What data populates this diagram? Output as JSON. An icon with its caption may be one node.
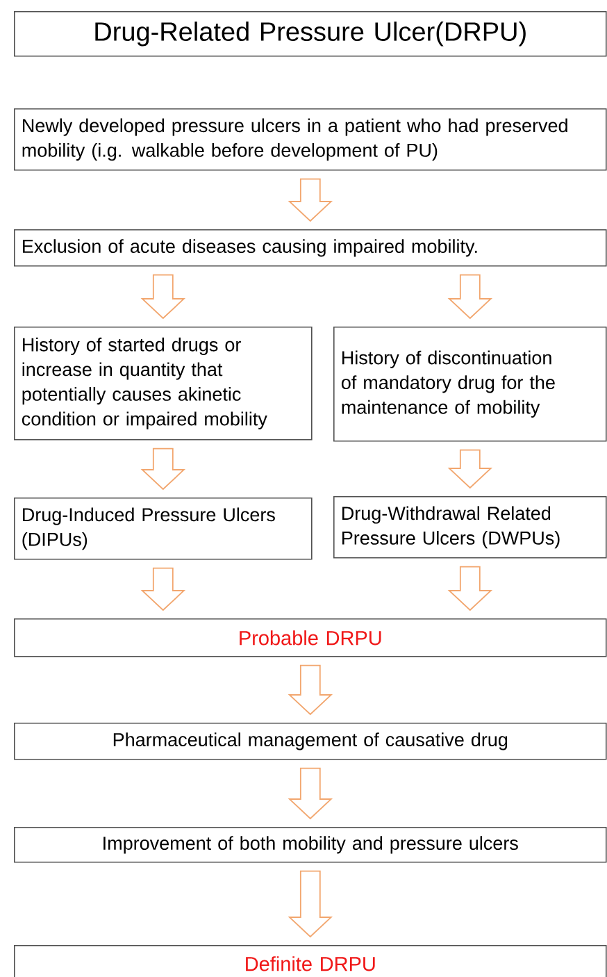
{
  "diagram": {
    "nodes": [
      {
        "text": [
          "Drug-Related Pressure Ulcer(DRPU)"
        ]
      },
      {
        "text": [
          "Newly developed pressure ulcers in a patient who had preserved mobility (i.g. walkable before development of PU)"
        ]
      },
      {
        "text": [
          "Exclusion of acute diseases causing impaired mobility."
        ]
      },
      {
        "text": [
          "History of started drugs or increase in quantity that potentially causes akinetic condition or impaired mobility"
        ]
      },
      {
        "text": [
          "History of discontinuation of mandatory drug for the maintenance of mobility"
        ]
      },
      {
        "text": [
          "Drug-Induced Pressure Ulcers (DIPUs)"
        ]
      },
      {
        "text": [
          "Drug-Withdrawal Related Pressure Ulcers (DWPUs)"
        ]
      },
      {
        "text": [
          "Probable DRPU"
        ]
      },
      {
        "text": [
          "Pharmaceutical management of causative drug"
        ]
      },
      {
        "text": [
          "Improvement of both mobility and pressure ulcers"
        ]
      },
      {
        "text": [
          "Definite DRPU"
        ]
      }
    ],
    "edges": [
      {
        "from": 1,
        "to": 2,
        "arrow": "to"
      },
      {
        "from": 2,
        "to": 3,
        "arrow": "to"
      },
      {
        "from": 2,
        "to": 4,
        "arrow": "to"
      },
      {
        "from": 3,
        "to": 5,
        "arrow": "to"
      },
      {
        "from": 4,
        "to": 6,
        "arrow": "to"
      },
      {
        "from": 5,
        "to": 7,
        "arrow": "to"
      },
      {
        "from": 6,
        "to": 7,
        "arrow": "to"
      },
      {
        "from": 7,
        "to": 8,
        "arrow": "to"
      },
      {
        "from": 8,
        "to": 9,
        "arrow": "to"
      },
      {
        "from": 9,
        "to": 10,
        "arrow": "to"
      }
    ]
  }
}
